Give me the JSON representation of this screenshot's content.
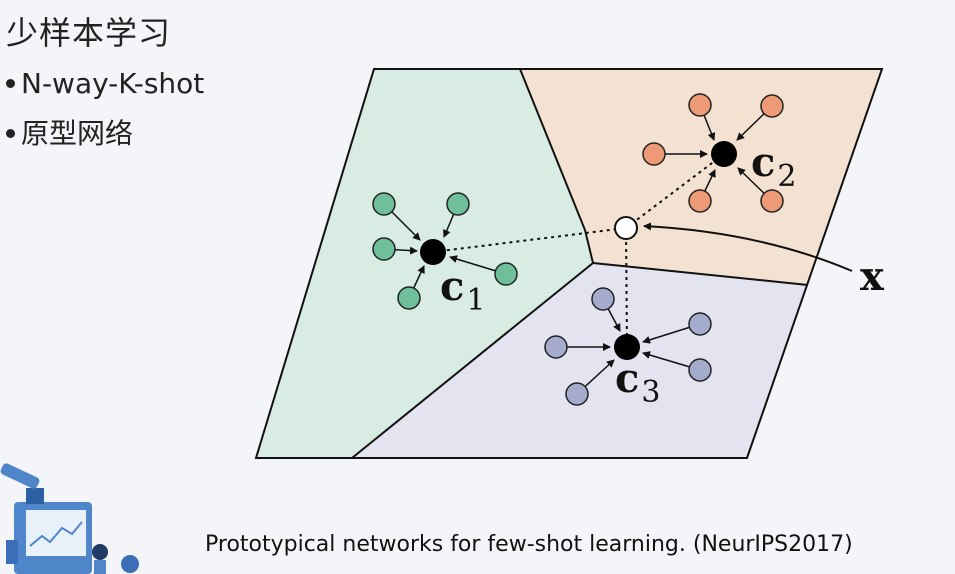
{
  "slide": {
    "title": "少样本学习",
    "bullets": [
      {
        "text": "N-way-K-shot"
      },
      {
        "text": "原型网络"
      }
    ]
  },
  "figure": {
    "labels": {
      "c1": "c",
      "c1_sub": "1",
      "c2": "c",
      "c2_sub": "2",
      "c3": "c",
      "c3_sub": "3",
      "x": "x"
    },
    "colors": {
      "region1": "#d8ece3",
      "region2": "#f3e2d1",
      "region3": "#e3e4ef",
      "class1_points": "#6fbf9a",
      "class2_points": "#ee9a76",
      "class3_points": "#a4abcc",
      "prototype": "#000000",
      "query": "#ffffff"
    }
  },
  "caption": "Prototypical networks for few-shot learning. (NeurIPS2017)"
}
